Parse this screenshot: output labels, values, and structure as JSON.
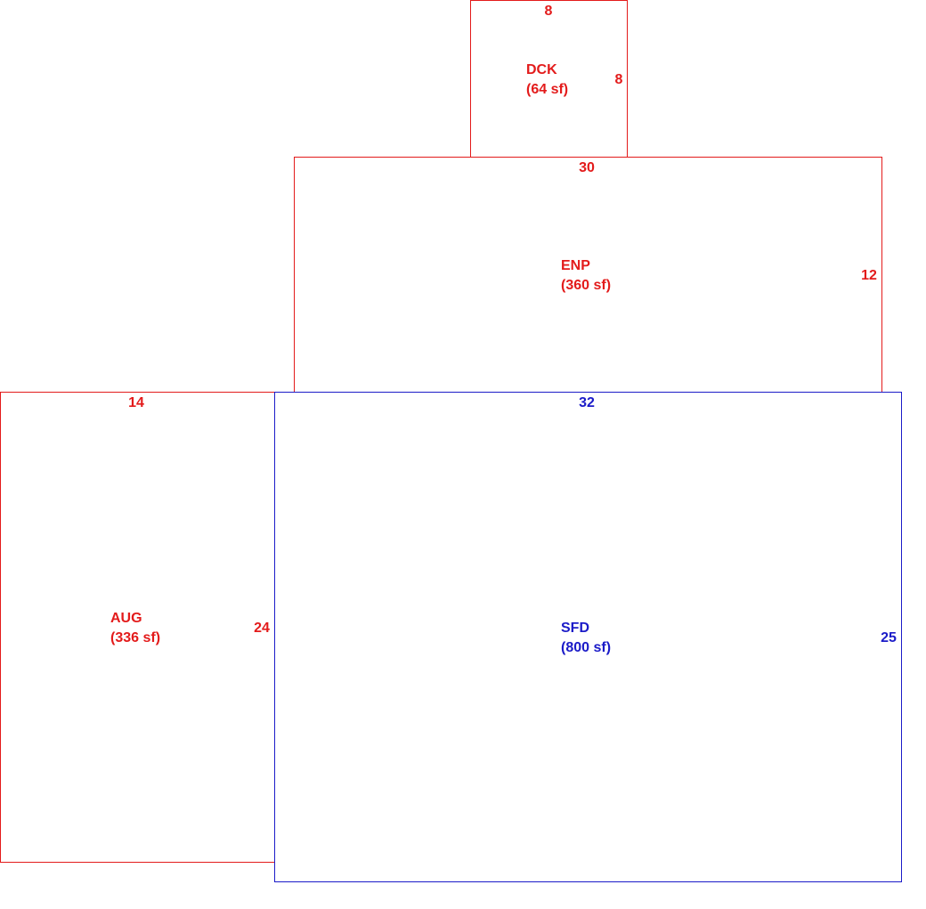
{
  "colors": {
    "addition": "#e31b1b",
    "main": "#1b1bc8"
  },
  "areas": {
    "dck": {
      "code": "DCK",
      "area": "(64 sf)",
      "top_dim": "8",
      "side_dim": "8"
    },
    "enp": {
      "code": "ENP",
      "area": "(360 sf)",
      "top_dim": "30",
      "side_dim": "12"
    },
    "aug": {
      "code": "AUG",
      "area": "(336 sf)",
      "top_dim": "14",
      "side_dim": "24"
    },
    "sfd": {
      "code": "SFD",
      "area": "(800 sf)",
      "top_dim": "32",
      "side_dim": "25"
    }
  }
}
